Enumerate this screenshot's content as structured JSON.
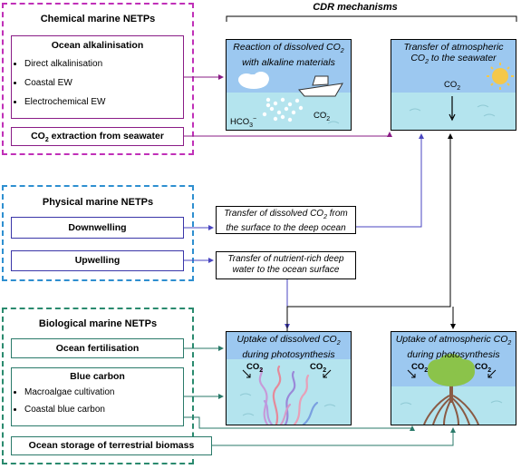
{
  "header": {
    "label": "CDR mechanisms"
  },
  "groups": {
    "chemical": {
      "title": "Chemical marine NETPs",
      "ocean_alk": {
        "title": "Ocean alkalinisation",
        "items": [
          "Direct alkalinisation",
          "Coastal EW",
          "Electrochemical EW"
        ]
      },
      "co2_extraction": {
        "pre": "CO",
        "sub": "2",
        "post": " extraction from seawater"
      }
    },
    "physical": {
      "title": "Physical marine NETPs",
      "downwelling": "Downwelling",
      "upwelling": "Upwelling"
    },
    "biological": {
      "title": "Biological marine NETPs",
      "ocean_fert": "Ocean fertilisation",
      "blue_carbon": {
        "title": "Blue carbon",
        "items": [
          "Macroalgae cultivation",
          "Coastal blue carbon"
        ]
      },
      "terrestrial": "Ocean storage of terrestrial biomass"
    }
  },
  "mechanisms": {
    "reaction": {
      "line1_pre": "Reaction of dissolved CO",
      "line1_sub": "2",
      "line2": "with alkaline materials",
      "hco3": "HCO",
      "hco3_sub": "3",
      "hco3_sup": "−",
      "co2": "CO",
      "co2_sub": "2"
    },
    "transfer_atm": {
      "line1": "Transfer of atmospheric",
      "line2_pre": "CO",
      "line2_sub": "2",
      "line2_post": " to the seawater",
      "co2": "CO",
      "co2_sub": "2"
    },
    "uptake_dissolved": {
      "line1": "Uptake of dissolved CO",
      "line1_sub": "2",
      "line2": "during photosynthesis",
      "co2": "CO",
      "co2_sub": "2"
    },
    "uptake_atm": {
      "line1": "Uptake of atmospheric CO",
      "line1_sub": "2",
      "line2": "during photosynthesis",
      "co2": "CO",
      "co2_sub": "2"
    }
  },
  "transfers": {
    "dissolved": {
      "line1_pre": "Transfer of dissolved CO",
      "line1_sub": "2",
      "line1_post": " from",
      "line2": "the surface to the deep ocean"
    },
    "nutrient": {
      "line1": "Transfer of nutrient-rich deep",
      "line2": "water to the ocean surface"
    }
  },
  "colors": {
    "chemical": "#c030b8",
    "physical": "#2e8fd0",
    "biological": "#2a8a6e",
    "box_chemical": "#8a1c86",
    "box_physical": "#3a36a8",
    "box_biological": "#2a7a6a",
    "sky": "#9cc8f0",
    "sea": "#b4e4ee"
  }
}
